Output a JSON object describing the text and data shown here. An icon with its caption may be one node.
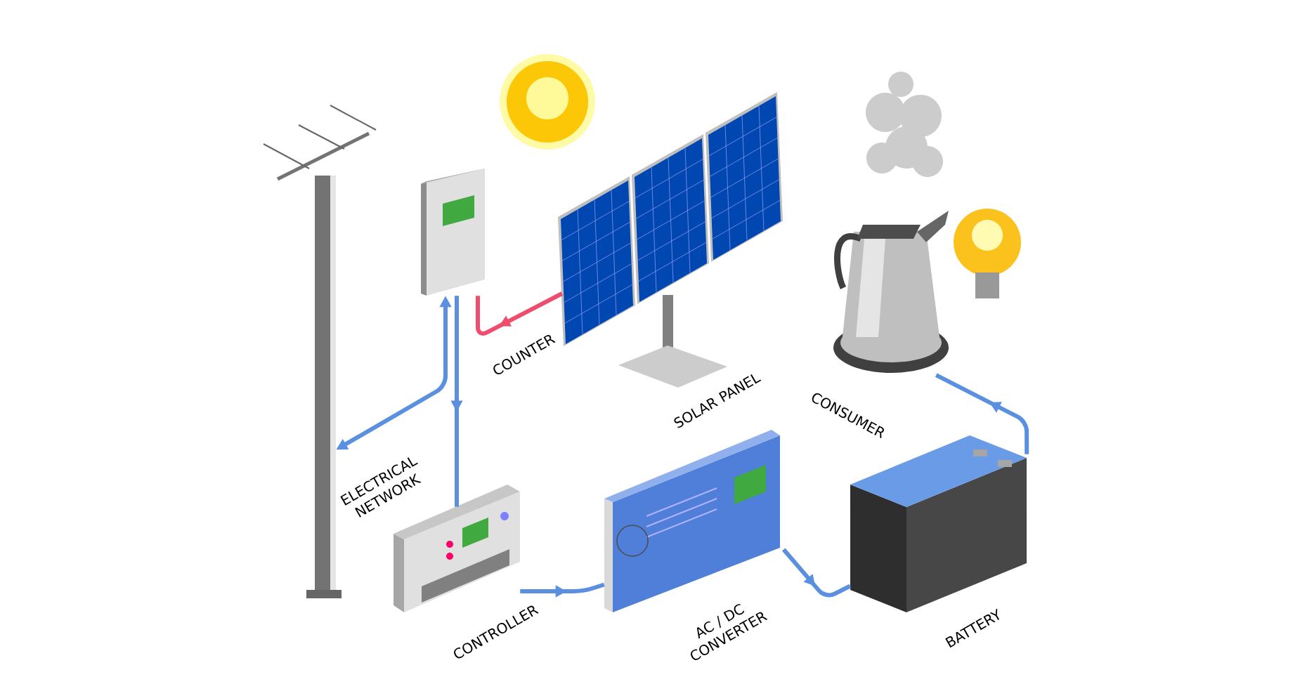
{
  "diagram": {
    "nodes": [
      {
        "text": [
          "ELECTRICAL NETWORK"
        ]
      },
      {
        "text": [
          "COUNTER"
        ]
      },
      {
        "text": [
          "SOLAR PANEL"
        ]
      },
      {
        "text": [
          "CONSUMER"
        ]
      },
      {
        "text": [
          "CONTROLLER"
        ]
      },
      {
        "text": [
          "AC / DC CONVERTER"
        ]
      },
      {
        "text": [
          "BATTERY"
        ]
      }
    ],
    "edges": [
      {
        "from": 0,
        "to": 1,
        "arrow": "both"
      },
      {
        "from": 2,
        "to": 1,
        "arrow": "to",
        "color": "#ee4d6e"
      },
      {
        "from": 1,
        "to": 4,
        "arrow": "to"
      },
      {
        "from": 4,
        "to": 5,
        "arrow": "to"
      },
      {
        "from": 5,
        "to": 6,
        "arrow": "to"
      },
      {
        "from": 6,
        "to": 3,
        "arrow": "to"
      }
    ]
  }
}
